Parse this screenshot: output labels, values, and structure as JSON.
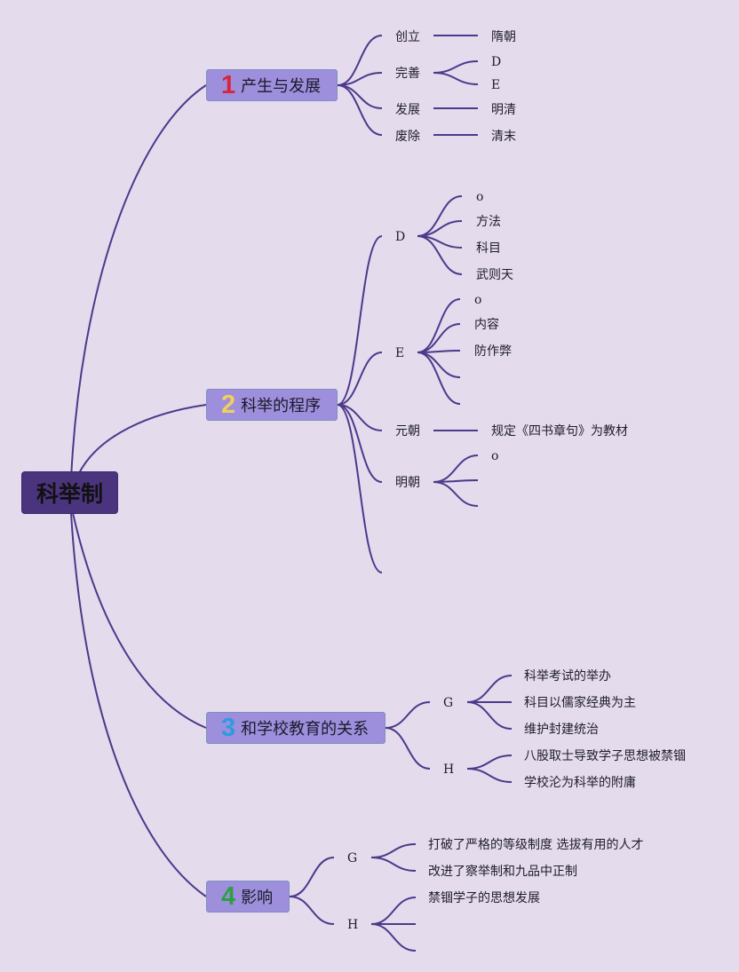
{
  "root": {
    "label": "科举制"
  },
  "branches": [
    {
      "num": "1",
      "num_color": "#d7263d",
      "label": "产生与发展",
      "children": [
        {
          "label": "创立",
          "detail": "隋朝"
        },
        {
          "label": "完善",
          "subs": [
            "D",
            "E"
          ]
        },
        {
          "label": "发展",
          "detail": "明清"
        },
        {
          "label": "废除",
          "detail": "清末"
        }
      ]
    },
    {
      "num": "2",
      "num_color": "#f2cf5b",
      "label": "科举的程序",
      "children": [
        {
          "label": "D",
          "subs": [
            "o",
            "方法",
            "科目",
            "武则天"
          ]
        },
        {
          "label": "E",
          "subs": [
            "o",
            "内容",
            "防作弊",
            "",
            ""
          ]
        },
        {
          "label": "元朝",
          "detail": "规定《四书章句》为教材"
        },
        {
          "label": "明朝",
          "subs": [
            "o",
            "",
            ""
          ]
        },
        {
          "label": ""
        }
      ]
    },
    {
      "num": "3",
      "num_color": "#2d9be0",
      "label": "和学校教育的关系",
      "children": [
        {
          "label": "G",
          "subs": [
            "科举考试的举办",
            "科目以儒家经典为主",
            "维护封建统治"
          ]
        },
        {
          "label": "H",
          "subs": [
            "八股取士导致学子思想被禁锢",
            "学校沦为科举的附庸"
          ]
        }
      ]
    },
    {
      "num": "4",
      "num_color": "#2ea043",
      "label": "影响",
      "children": [
        {
          "label": "G",
          "subs": [
            "打破了严格的等级制度 选拔有用的人才",
            "改进了察举制和九品中正制"
          ]
        },
        {
          "label": "H",
          "subs": [
            "禁锢学子的思想发展",
            "",
            ""
          ]
        }
      ]
    }
  ],
  "colors": {
    "background": "#e4dbed",
    "root_fill": "#4b347e",
    "branch_fill": "#9d8fdc",
    "line": "#4a3a8a"
  }
}
